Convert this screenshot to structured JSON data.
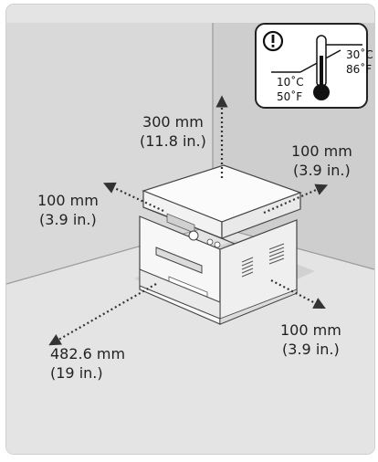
{
  "clearances": {
    "top": {
      "metric": "300 mm",
      "imperial": "(11.8 in.)"
    },
    "right": {
      "metric": "100 mm",
      "imperial": "(3.9 in.)"
    },
    "left": {
      "metric": "100 mm",
      "imperial": "(3.9 in.)"
    },
    "back_right": {
      "metric": "100 mm",
      "imperial": "(3.9 in.)"
    },
    "front": {
      "metric": "482.6 mm",
      "imperial": "(19 in.)"
    }
  },
  "temperature": {
    "low_c": "10˚C",
    "low_f": "50˚F",
    "high_c": "30˚C",
    "high_f": "86˚F",
    "warning_icon": "exclamation-circle-icon"
  },
  "colors": {
    "floor": "#e6e6e6",
    "wall": "#d2d2d2",
    "arrow": "#333333"
  }
}
